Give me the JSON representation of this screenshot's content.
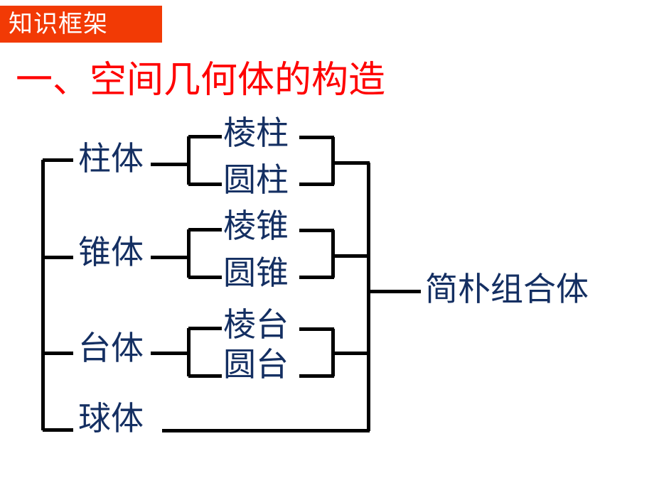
{
  "slide": {
    "background_color": "#ffffff",
    "banner": {
      "label": "知识框架",
      "background_color": "#f23a05",
      "text_color": "#ffffff"
    },
    "heading": {
      "text": "一、空间几何体的构造",
      "color": "#ff0000"
    }
  },
  "diagram": {
    "line_color": "#000000",
    "label_color": "#142f62",
    "root_groups": [
      {
        "label": "柱体",
        "children": [
          "棱柱",
          "圆柱"
        ]
      },
      {
        "label": "锥体",
        "children": [
          "棱锥",
          "圆锥"
        ]
      },
      {
        "label": "台体",
        "children": [
          "棱台",
          "圆台"
        ]
      },
      {
        "label": "球体",
        "children": []
      }
    ],
    "result": {
      "label": "简朴组合体"
    }
  }
}
